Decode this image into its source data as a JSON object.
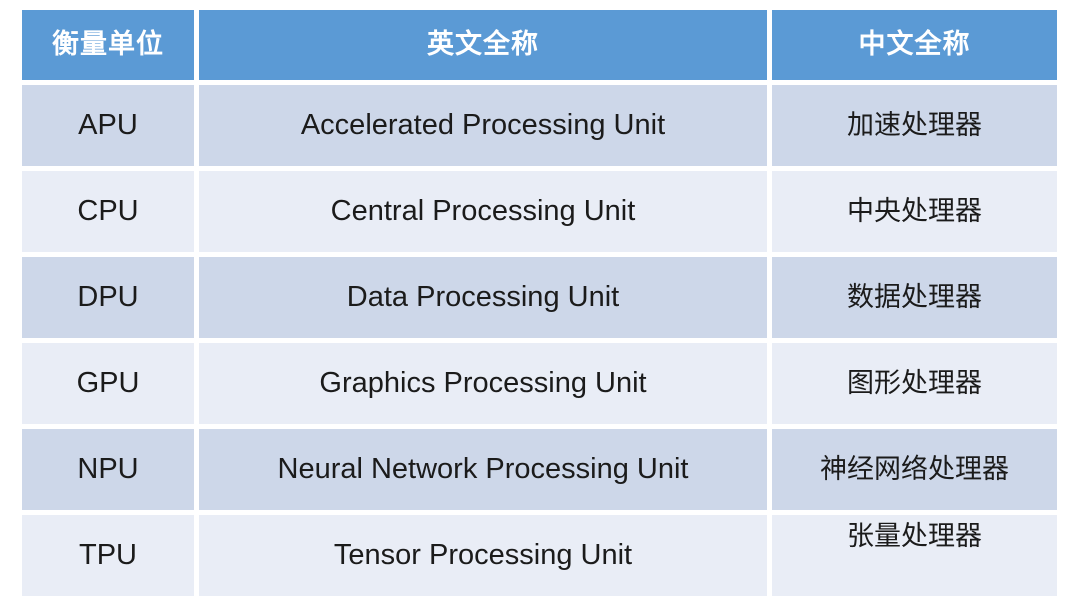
{
  "table": {
    "header": [
      "衡量单位",
      "英文全称",
      "中文全称"
    ],
    "rows": [
      {
        "unit": "APU",
        "english": "Accelerated Processing Unit",
        "chinese": "加速处理器"
      },
      {
        "unit": "CPU",
        "english": "Central Processing Unit",
        "chinese": "中央处理器"
      },
      {
        "unit": "DPU",
        "english": "Data Processing Unit",
        "chinese": "数据处理器"
      },
      {
        "unit": "GPU",
        "english": "Graphics Processing Unit",
        "chinese": "图形处理器"
      },
      {
        "unit": "NPU",
        "english": "Neural Network Processing Unit",
        "chinese": "神经网络处理器"
      },
      {
        "unit": "TPU",
        "english": "Tensor Processing Unit",
        "chinese": "张量处理器"
      }
    ],
    "colors": {
      "header_bg": "#5b9ad5",
      "header_text": "#ffffff",
      "row_odd_bg": "#cdd7e9",
      "row_even_bg": "#e9edf6",
      "cell_text": "#1b1b1b",
      "gap": "#ffffff"
    }
  },
  "chart_data": {
    "type": "table",
    "title": "",
    "columns": [
      "衡量单位",
      "英文全称",
      "中文全称"
    ],
    "rows": [
      [
        "APU",
        "Accelerated Processing Unit",
        "加速处理器"
      ],
      [
        "CPU",
        "Central Processing Unit",
        "中央处理器"
      ],
      [
        "DPU",
        "Data Processing Unit",
        "数据处理器"
      ],
      [
        "GPU",
        "Graphics Processing Unit",
        "图形处理器"
      ],
      [
        "NPU",
        "Neural Network Processing Unit",
        "神经网络处理器"
      ],
      [
        "TPU",
        "Tensor Processing Unit",
        "张量处理器"
      ]
    ],
    "layout_hints": {
      "header_style": "solid blue band, white bold text",
      "body_style": "alternating light-blue banded rows, centered text",
      "grid": "white gaps between all cells"
    }
  }
}
